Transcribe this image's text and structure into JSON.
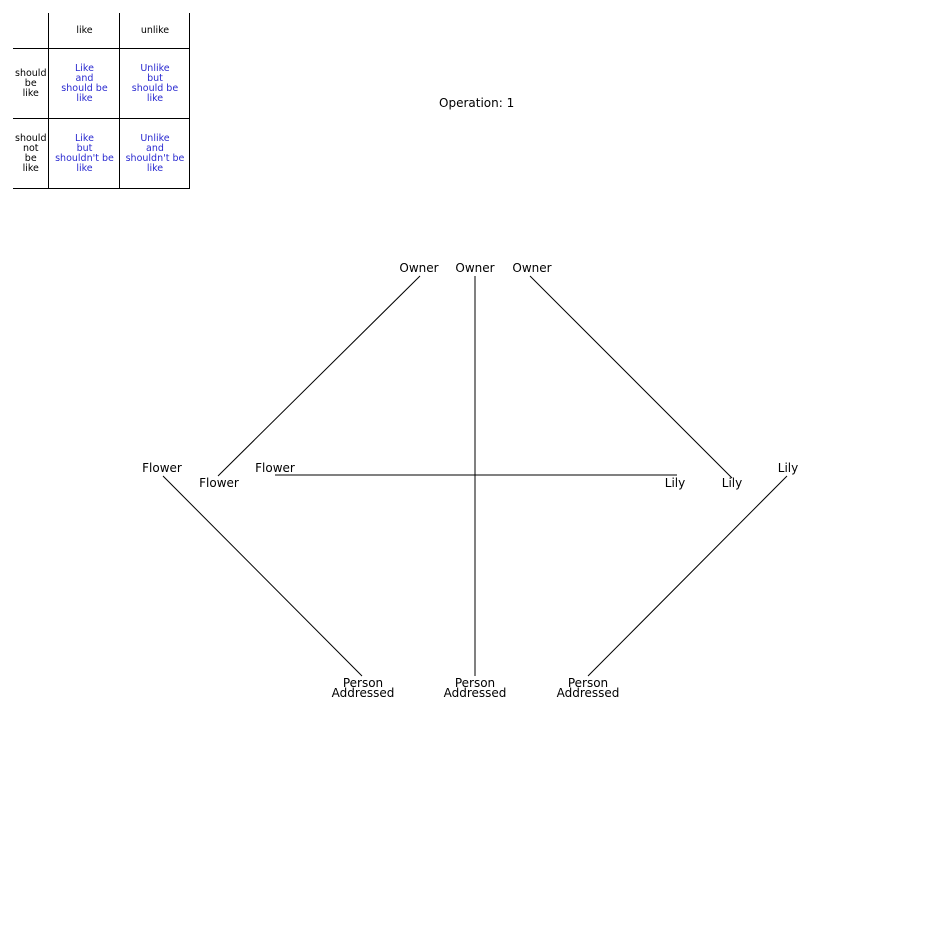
{
  "legend": {
    "col_headers": [
      "like",
      "unlike"
    ],
    "rows": [
      {
        "header": "should\nbe\nlike",
        "cells": [
          "Like\nand\nshould be\nlike",
          "Unlike\nbut\nshould be\nlike"
        ]
      },
      {
        "header": "should\nnot\nbe\nlike",
        "cells": [
          "Like\nbut\nshouldn't be\nlike",
          "Unlike\nand\nshouldn't be\nlike"
        ]
      }
    ]
  },
  "operation": "Operation: 1",
  "nodes": {
    "owner_left": "Owner",
    "owner_center": "Owner",
    "owner_right": "Owner",
    "flower_outer": "Flower",
    "flower_inner": "Flower",
    "flower_mid": "Flower",
    "lily_mid": "Lily",
    "lily_inner": "Lily",
    "lily_outer": "Lily",
    "person_left": "Person\nAddressed",
    "person_center": "Person\nAddressed",
    "person_right": "Person\nAddressed"
  }
}
